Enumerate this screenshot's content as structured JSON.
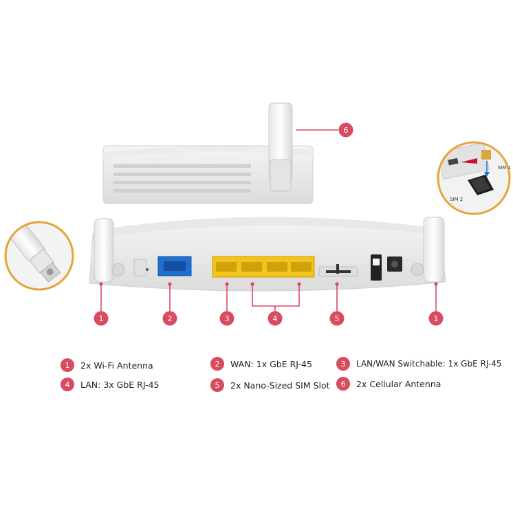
{
  "accent_color": "#d94b5e",
  "callout_color": "#e8a23b",
  "callouts": {
    "c1_left": "1",
    "c2": "2",
    "c3": "3",
    "c4": "4",
    "c5": "5",
    "c1_right": "1",
    "c6": "6"
  },
  "inset_sim": {
    "sim1_label": "SIM 1",
    "sim2_label": "SIM 2"
  },
  "legend": [
    {
      "num": "1",
      "text": "2x Wi-Fi Antenna"
    },
    {
      "num": "2",
      "text": "WAN: 1x GbE RJ-45"
    },
    {
      "num": "3",
      "text": "LAN/WAN Switchable: 1x GbE RJ-45"
    },
    {
      "num": "4",
      "text": "LAN: 3x GbE RJ-45"
    },
    {
      "num": "5",
      "text": "2x Nano-Sized SIM Slot"
    },
    {
      "num": "6",
      "text": "2x Cellular Antenna"
    }
  ]
}
